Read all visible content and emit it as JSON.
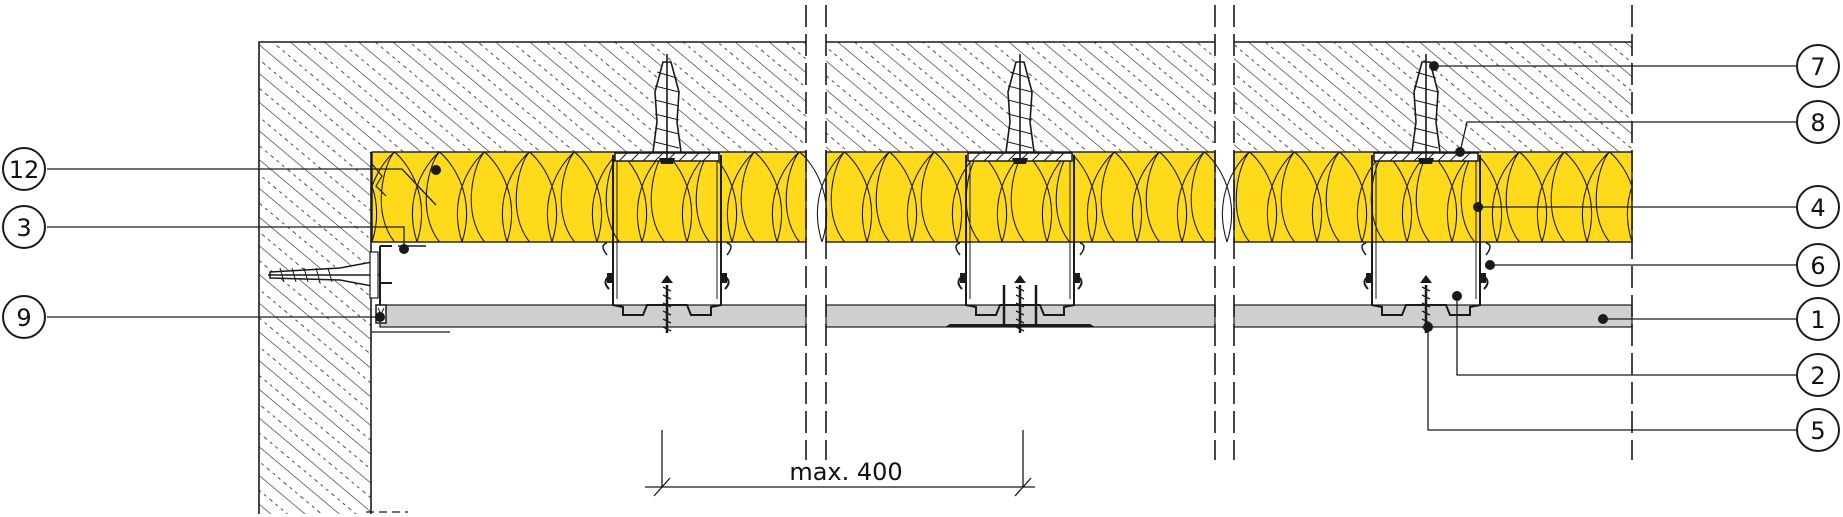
{
  "colors": {
    "insulation": "#FFDA1A",
    "board": "#CFCFCF",
    "line": "#1A1A1A",
    "background": "#FFFFFF"
  },
  "callouts": {
    "c1": "1",
    "c2": "2",
    "c3": "3",
    "c4": "4",
    "c5": "5",
    "c6": "6",
    "c7": "7",
    "c8": "8",
    "c9": "9",
    "c12": "12"
  },
  "dimension": {
    "label": "max. 400"
  }
}
